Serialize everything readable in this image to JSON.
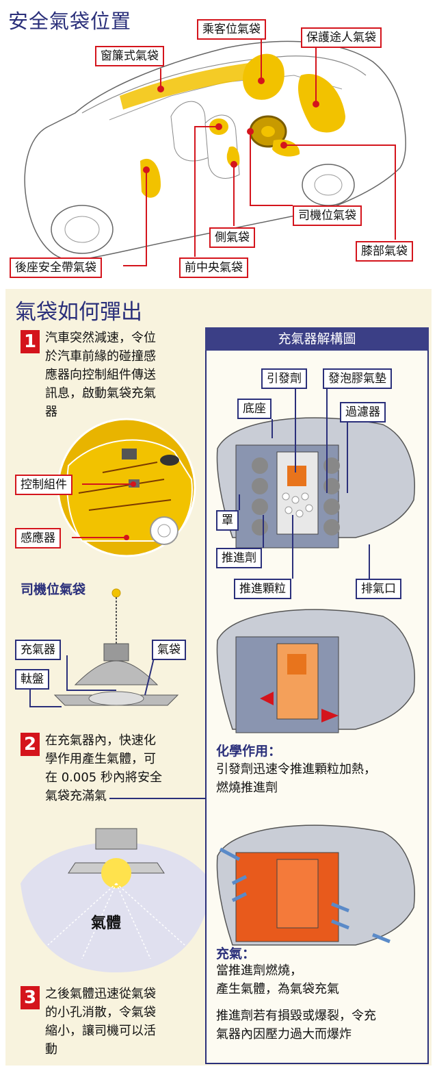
{
  "section1": {
    "title": "安全氣袋位置",
    "labels": {
      "curtain": "窗簾式氣袋",
      "passenger": "乘客位氣袋",
      "pedestrian": "保護途人氣袋",
      "driver": "司機位氣袋",
      "side": "側氣袋",
      "knee": "膝部氣袋",
      "rear_belt": "後座安全帶氣袋",
      "front_center": "前中央氣袋"
    }
  },
  "section2": {
    "title": "氣袋如何彈出",
    "steps": [
      {
        "num": "1",
        "text": [
          "汽車突然減速，令位",
          "於汽車前緣的碰撞感",
          "應器向控制組件傳送",
          "訊息，啟動氣袋充氣",
          "器"
        ]
      },
      {
        "num": "2",
        "text": [
          "在充氣器內，快速化",
          "學作用產生氣體，可",
          "在 0.005 秒內將安全",
          "氣袋充滿氣"
        ]
      },
      {
        "num": "3",
        "text": [
          "之後氣體迅速從氣袋",
          "的小孔消散，令氣袋",
          "縮小，讓司機可以活",
          "動"
        ]
      }
    ],
    "car_labels": {
      "control": "控制組件",
      "sensor": "感應器"
    },
    "driver_bag": {
      "title": "司機位氣袋",
      "inflator": "充氣器",
      "bag": "氣袋",
      "wheel": "軚盤"
    },
    "gas_label": "氣體"
  },
  "panel": {
    "title": "充氣器解構圖",
    "labels": {
      "igniter": "引發劑",
      "foam": "發泡膠氣墊",
      "base": "底座",
      "filter": "過濾器",
      "cover": "罩",
      "propellant": "推進劑",
      "pellets": "推進顆粒",
      "exhaust": "排氣口"
    },
    "chem": {
      "title": "化學作用：",
      "body": [
        "引發劑迅速令推進顆粒加熱，",
        "燃燒推進劑"
      ]
    },
    "inflate": {
      "title": "充氣：",
      "body": [
        "當推進劑燃燒，",
        "產生氣體，為氣袋充氣"
      ]
    },
    "warning": [
      "推進劑若有損毀或爆裂，令充",
      "氣器內因壓力過大而爆炸"
    ]
  },
  "colors": {
    "accent_red": "#d4141c",
    "navy": "#2a2f7a",
    "airbag_yellow": "#f2c200",
    "cream": "#f8f3de"
  }
}
